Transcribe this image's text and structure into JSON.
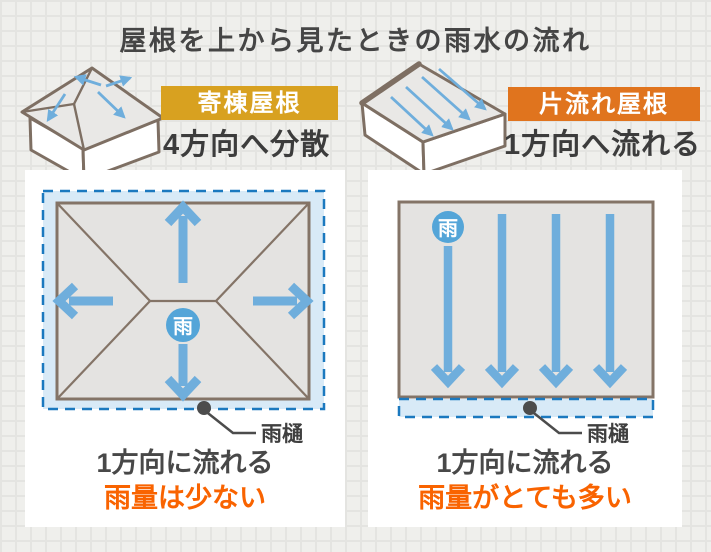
{
  "title": "屋根を上から見たときの雨水の流れ",
  "left_column": {
    "badge": "寄棟屋根",
    "subtitle": "4方向へ分散",
    "diagram": {
      "rain_label": "雨",
      "gutter_label": "雨樋",
      "flow_arrow_directions": [
        "up",
        "down",
        "left",
        "right"
      ],
      "gutter_position": "dashed border surrounding all four roof edges"
    },
    "caption_line1": "1方向に流れる",
    "caption_line2": "雨量は少ない"
  },
  "right_column": {
    "badge": "片流れ屋根",
    "subtitle": "1方向へ流れる",
    "diagram": {
      "rain_label": "雨",
      "gutter_label": "雨樋",
      "flow_arrow_directions": [
        "down",
        "down",
        "down",
        "down"
      ],
      "gutter_position": "dashed strip along bottom edge only"
    },
    "caption_line1": "1方向に流れる",
    "caption_line2": "雨量がとても多い"
  },
  "colors": {
    "badge_gold": "#D8A120",
    "badge_orange": "#E0741E",
    "caption_accent_orange": "#F96300",
    "arrow_blue": "#6FAEDC",
    "rain_circle_blue": "#54A5D8",
    "gutter_dash_blue": "#1B79BF",
    "gutter_fill_lightblue": "#D8EAF7",
    "roof_fill_gray": "#E4E3E1",
    "roof_outline_brown": "#847467",
    "text_dark": "#454545",
    "panel_white": "#FFFFFF",
    "background_gray": "#EFEFEC"
  }
}
